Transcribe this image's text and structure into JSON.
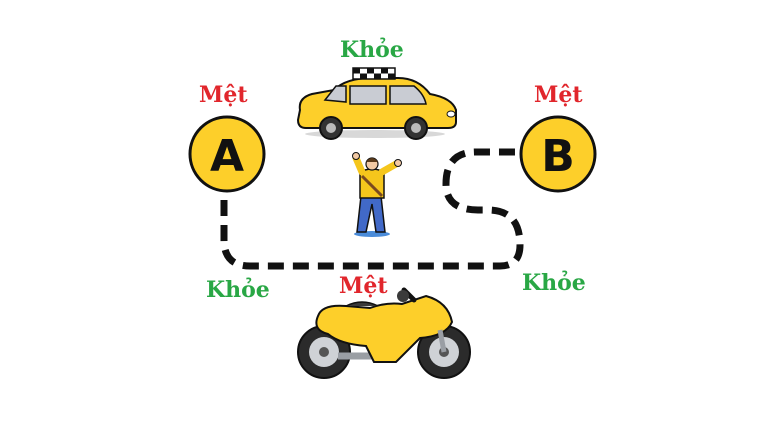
{
  "labels": {
    "top_khoe": "Khỏe",
    "met_a": "Mệt",
    "met_b": "Mệt",
    "khoe_left": "Khỏe",
    "met_bottom": "Mệt",
    "khoe_right": "Khỏe"
  },
  "nodes": {
    "a": "A",
    "b": "B"
  },
  "colors": {
    "node_fill": "#fdcf2a",
    "outline": "#111111",
    "tired_red": "#e1262c",
    "fit_green": "#29a745",
    "shirt": "#f5c61c",
    "pants": "#4169c8"
  },
  "icons": [
    "taxi-icon",
    "person-icon",
    "motorbike-icon"
  ]
}
